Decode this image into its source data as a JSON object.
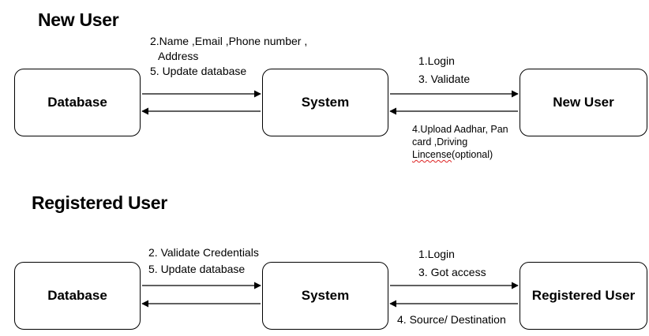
{
  "new_user_section": {
    "heading": "New User",
    "boxes": {
      "database": "Database",
      "system": "System",
      "user": "New User"
    },
    "left_label": {
      "line1": "2.Name ,Email ,Phone number ,",
      "line2": "Address",
      "line3": "5. Update database"
    },
    "right_top_label": {
      "line1": "1.Login",
      "line2": "3. Validate"
    },
    "right_bottom_label": {
      "line1": "4.Upload Aadhar, Pan",
      "line2": "card ,Driving",
      "line3_misspelled": "Lincense",
      "line3_rest": "(optional)"
    }
  },
  "registered_user_section": {
    "heading": "Registered User",
    "boxes": {
      "database": "Database",
      "system": "System",
      "user": "Registered User"
    },
    "left_label": {
      "line1": "2. Validate Credentials",
      "line2": "5. Update database"
    },
    "right_top_label": {
      "line1": "1.Login",
      "line2": "3. Got access"
    },
    "right_bottom_label": {
      "line1": "4. Source/ Destination"
    }
  }
}
